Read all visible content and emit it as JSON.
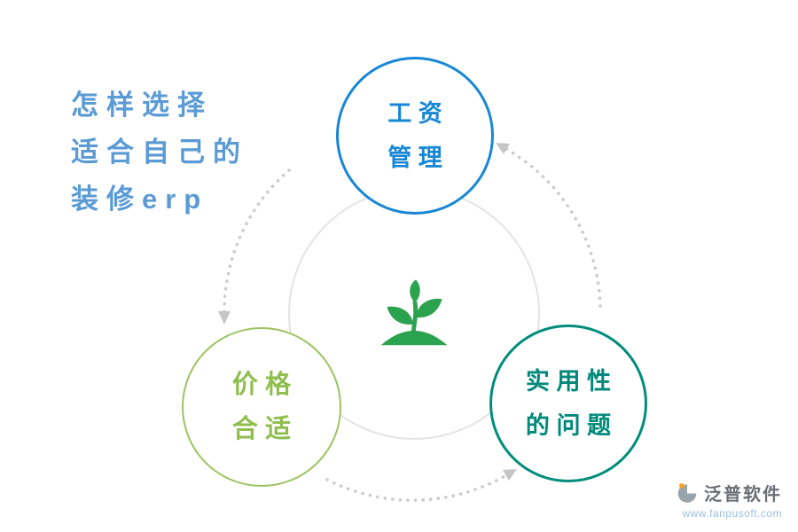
{
  "title": {
    "line1": "怎样选择",
    "line2": "适合自己的",
    "line3": "装修erp"
  },
  "center": {
    "icon": "sprout-icon"
  },
  "nodes": {
    "top": {
      "line1": "工资",
      "line2": "管理",
      "accent": "#1787D6"
    },
    "left": {
      "line1": "价格",
      "line2": "合适",
      "accent": "#93C05A"
    },
    "right": {
      "line1": "实用性",
      "line2": "的问题",
      "accent": "#008C7B"
    }
  },
  "colors": {
    "title_blue": "#5B9BD5",
    "arc_gray": "#CBCBCB",
    "center_ring": "#E4E4E4",
    "sprout_green": "#2BA24E",
    "brand_orange": "#F6A21D"
  },
  "footer": {
    "brand": "泛普软件",
    "url": "www.fanpusoft.com"
  }
}
